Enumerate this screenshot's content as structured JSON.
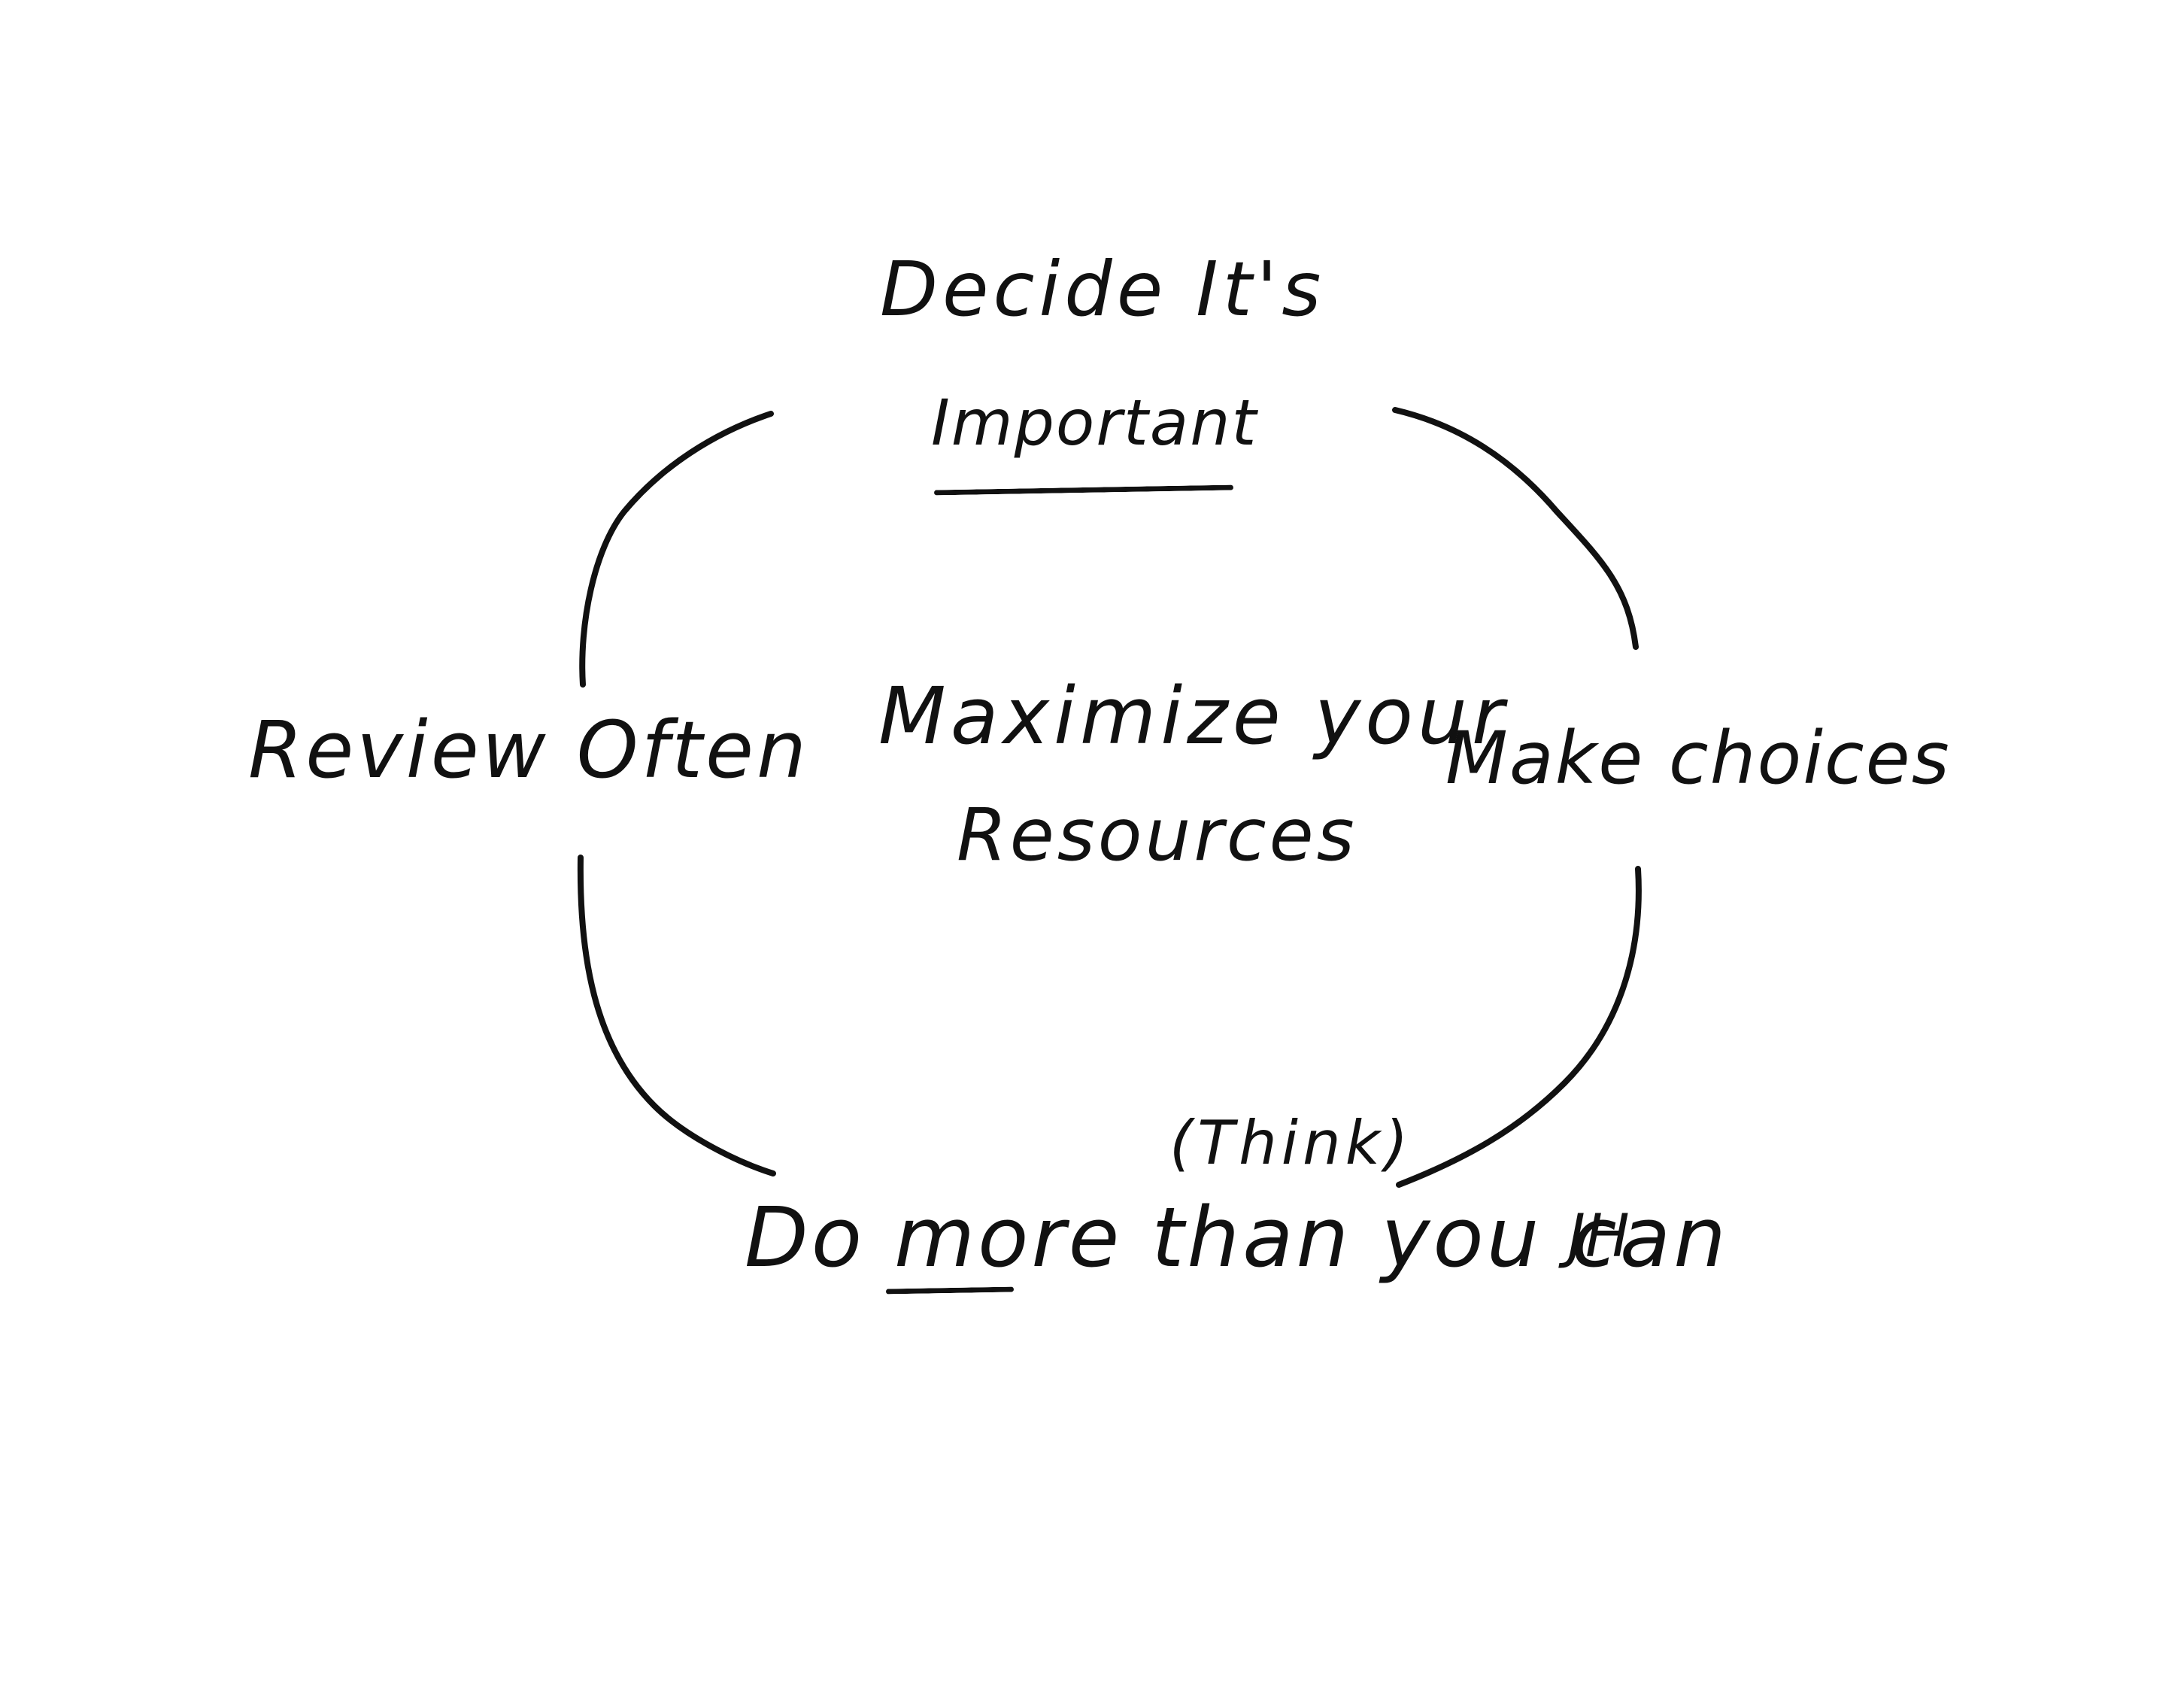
{
  "diagram": {
    "top_label_line1": "Decide It's",
    "top_label_line2": "Important",
    "center_line1": "Maximize your",
    "center_line2": "Resources",
    "left_label": "Review Often",
    "right_label": "Make choices",
    "bottom_note": "(Think)",
    "bottom_label": "Do more than you can",
    "signature": "JH"
  },
  "colors": {
    "ink": "#111111",
    "background": "#ffffff"
  }
}
